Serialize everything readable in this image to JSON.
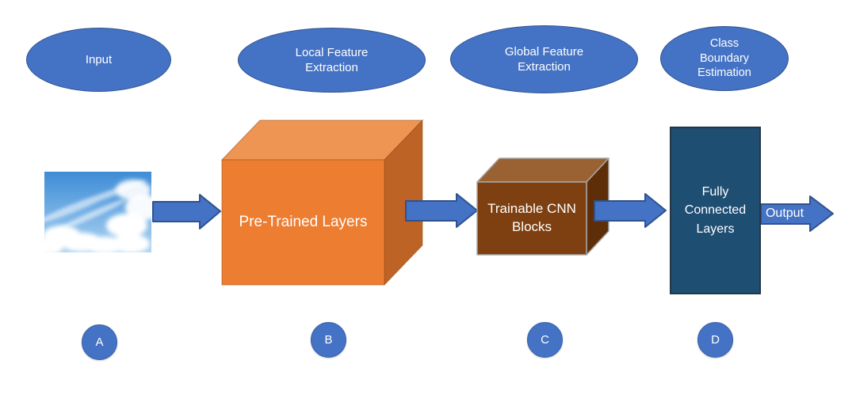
{
  "stages": [
    {
      "label": "Input",
      "letter": "A"
    },
    {
      "label": "Local Feature Extraction",
      "letter": "B"
    },
    {
      "label": "Global Feature Extraction",
      "letter": "C"
    },
    {
      "label": "Class Boundary Estimation",
      "letter": "D"
    }
  ],
  "blocks": {
    "pretrained_label": "Pre-Trained Layers",
    "trainable_label": "Trainable CNN Blocks",
    "fully_connected_label": "Fully Connected Layers"
  },
  "arrows": {
    "output_label": "Output"
  },
  "icons": {
    "input_image": "sky-clouds-photo"
  },
  "colors": {
    "accent_blue": "#4472C4",
    "accent_blue_border": "#2F528F",
    "orange_front": "#ED7D31",
    "orange_top": "#EF9554",
    "orange_side": "#BC6325",
    "brown_front": "#7E4010",
    "brown_top": "#9A6233",
    "brown_side": "#5D2E07",
    "brown_outline": "#A6A6A6",
    "dark_blue_box": "#1F4E73",
    "dark_blue_box_border": "#243746"
  }
}
